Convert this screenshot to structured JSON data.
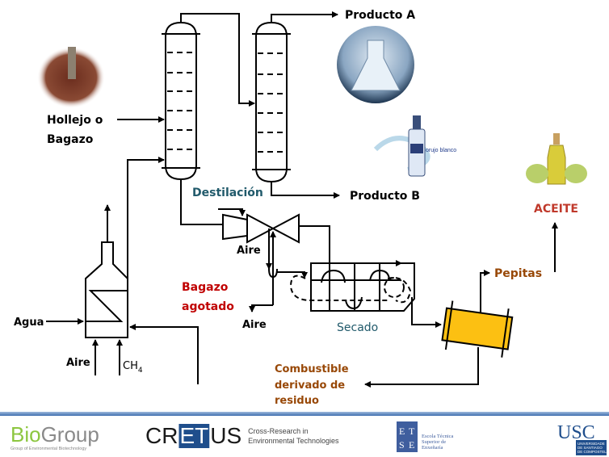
{
  "labels": {
    "product_a": "Producto A",
    "product_b": "Producto B",
    "pomace_line1": "Hollejo o",
    "pomace_line2": "Bagazo",
    "distillation": "Destilación",
    "air_compressor": "Aire",
    "exhausted_line1": "Bagazo",
    "exhausted_line2": "agotado",
    "air_exit": "Aire",
    "drying": "Secado",
    "seeds": "Pepitas",
    "oil": "ACEITE",
    "fuel_line1": "Combustible",
    "fuel_line2": "derivado de",
    "fuel_line3": "residuo",
    "water": "Agua",
    "air_furnace": "Aire",
    "methane": "CH",
    "methane_sub": "4",
    "bottle_label": "orujo blanco"
  },
  "colors": {
    "teal": "#215a6b",
    "red": "#c00000",
    "brown": "#984807",
    "heater": "#fcc012",
    "footer_line": "#4f81bd"
  },
  "footer": {
    "biogroup_bio": "Bio",
    "biogroup_group": "Group",
    "biogroup_sub": "Group of Environmental Biotechnology",
    "cretus_cr": "CR",
    "cretus_et": "ET",
    "cretus_us": "US",
    "cretus_line1": "Cross-Research in",
    "cretus_line2": "Environmental Technologies",
    "etse_letters": [
      "E",
      "T",
      "S",
      "E"
    ],
    "etse_line1": "Escola Técnica",
    "etse_line2": "Superior de",
    "etse_line3": "Enxeñaría",
    "usc": "USC",
    "usc_sub1": "UNIVERSIDADE",
    "usc_sub2": "DE SANTIAGO",
    "usc_sub3": "DE COMPOSTELA"
  }
}
